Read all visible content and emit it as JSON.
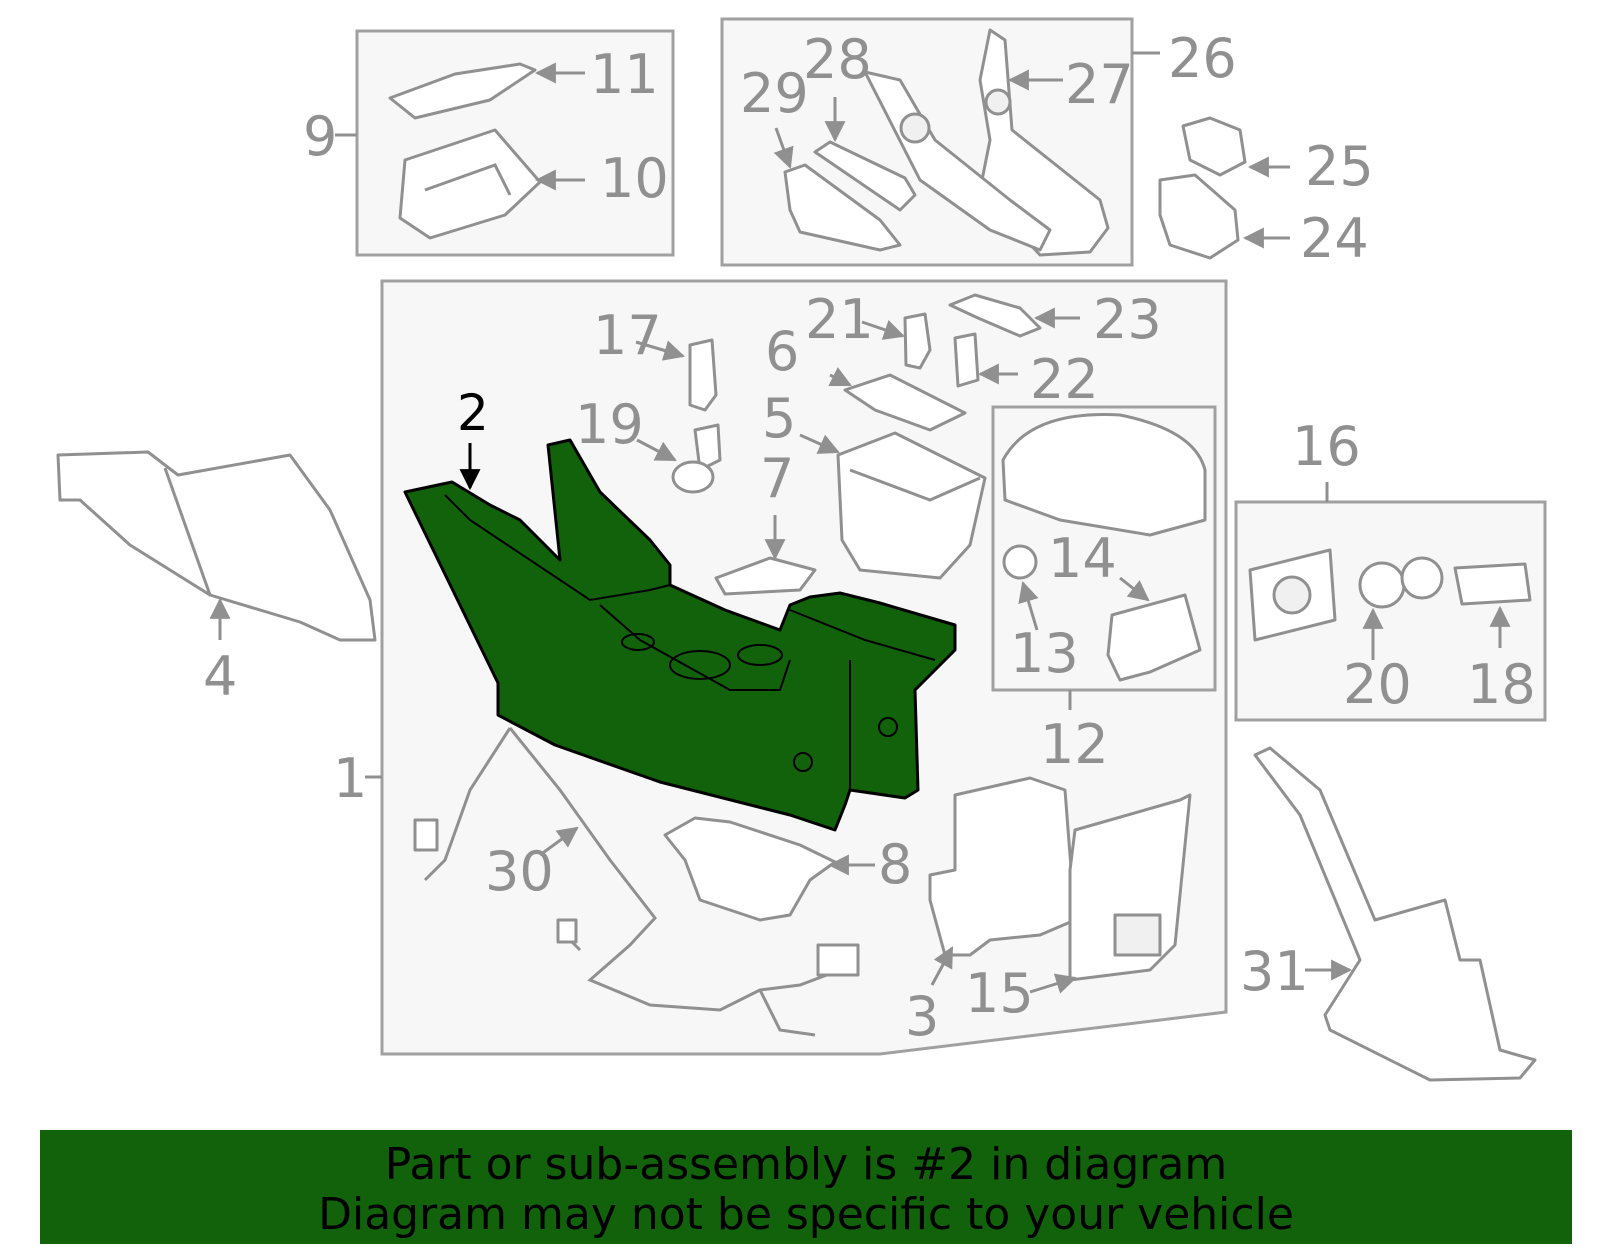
{
  "diagram": {
    "labels": {
      "n1": "1",
      "n2": "2",
      "n3": "3",
      "n4": "4",
      "n5": "5",
      "n6": "6",
      "n7": "7",
      "n8": "8",
      "n9": "9",
      "n10": "10",
      "n11": "11",
      "n12": "12",
      "n13": "13",
      "n14": "14",
      "n15": "15",
      "n16": "16",
      "n17": "17",
      "n18": "18",
      "n19": "19",
      "n20": "20",
      "n21": "21",
      "n22": "22",
      "n23": "23",
      "n24": "24",
      "n25": "25",
      "n26": "26",
      "n27": "27",
      "n28": "28",
      "n29": "29",
      "n30": "30",
      "n31": "31"
    },
    "highlighted_part": "2",
    "highlight_color": "#11620a"
  },
  "banner": {
    "line1": "Part or sub-assembly is #2 in diagram",
    "line2": "Diagram may not be specific to your vehicle"
  }
}
